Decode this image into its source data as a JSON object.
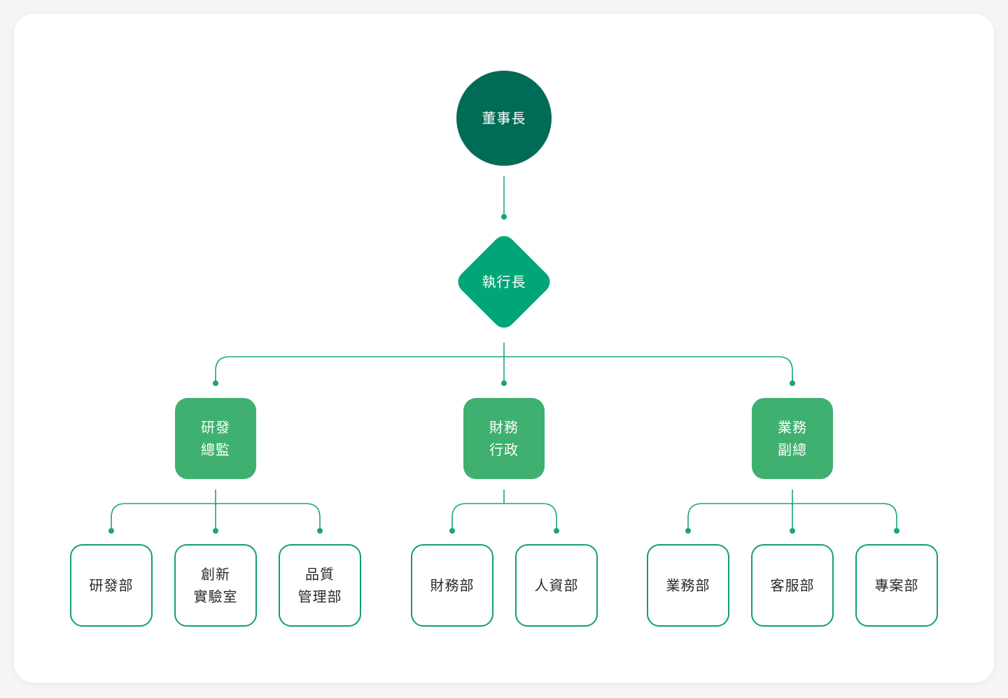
{
  "colors": {
    "chairman": "#006b56",
    "ceo": "#00a677",
    "director": "#3fb06f",
    "line": "#1aa574",
    "dept_border": "#0fa06e"
  },
  "chairman": {
    "label": "董事長"
  },
  "ceo": {
    "label": "執行長"
  },
  "directors": [
    {
      "line1": "研發",
      "line2": "總監"
    },
    {
      "line1": "財務",
      "line2": "行政"
    },
    {
      "line1": "業務",
      "line2": "副總"
    }
  ],
  "departments": [
    {
      "line1": "研發部",
      "line2": ""
    },
    {
      "line1": "創新",
      "line2": "實驗室"
    },
    {
      "line1": "品質",
      "line2": "管理部"
    },
    {
      "line1": "財務部",
      "line2": ""
    },
    {
      "line1": "人資部",
      "line2": ""
    },
    {
      "line1": "業務部",
      "line2": ""
    },
    {
      "line1": "客服部",
      "line2": ""
    },
    {
      "line1": "專案部",
      "line2": ""
    }
  ]
}
